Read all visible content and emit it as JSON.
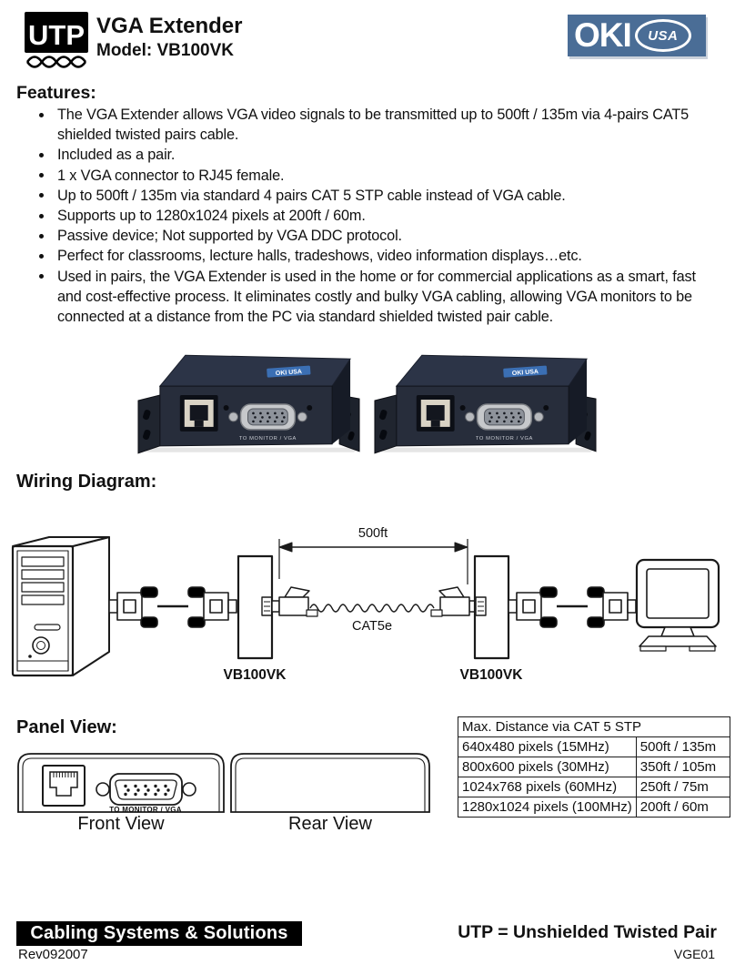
{
  "header": {
    "utp_logo": "UTP",
    "title": "VGA Extender",
    "model": "Model: VB100VK",
    "oki": "OKI",
    "oki_region": "USA"
  },
  "features": {
    "heading": "Features:",
    "items": [
      "The VGA Extender allows VGA video signals to be transmitted up to 500ft / 135m via 4-pairs CAT5 shielded twisted pairs cable.",
      "Included as a pair.",
      "1 x VGA connector to RJ45 female.",
      "Up to 500ft / 135m via standard 4 pairs CAT 5 STP cable instead of VGA cable.",
      "Supports up to 1280x1024 pixels at 200ft / 60m.",
      "Passive device; Not supported by VGA DDC protocol.",
      "Perfect for classrooms, lecture halls, tradeshows, video information displays…etc.",
      "Used in pairs, the VGA Extender is used in the home or for commercial applications as a smart, fast and cost-effective process. It eliminates costly and bulky VGA cabling, allowing VGA monitors to be connected at a distance from the PC via standard shielded twisted pair cable."
    ]
  },
  "photo": {
    "badge": "OKI USA",
    "port_label": "TO MONITOR / VGA"
  },
  "wiring": {
    "heading": "Wiring Diagram:",
    "distance": "500ft",
    "cable": "CAT5e",
    "left_device": "VB100VK",
    "right_device": "VB100VK"
  },
  "panel": {
    "heading": "Panel View:",
    "front_port_label": "TO MONITOR / VGA",
    "front_label": "Front View",
    "rear_label": "Rear View"
  },
  "distance_table": {
    "header": "Max. Distance via CAT 5 STP",
    "rows": [
      [
        "640x480 pixels (15MHz)",
        "500ft / 135m"
      ],
      [
        "800x600 pixels (30MHz)",
        "350ft / 105m"
      ],
      [
        "1024x768 pixels (60MHz)",
        "250ft / 75m"
      ],
      [
        "1280x1024 pixels (100MHz)",
        "200ft / 60m"
      ]
    ]
  },
  "footer": {
    "banner": "Cabling Systems & Solutions",
    "revision": "Rev092007",
    "note": "UTP = Unshielded Twisted Pair",
    "doc_code": "VGE01"
  },
  "colors": {
    "brand_blue": "#4a6d96",
    "device_body": "#272d3b"
  }
}
